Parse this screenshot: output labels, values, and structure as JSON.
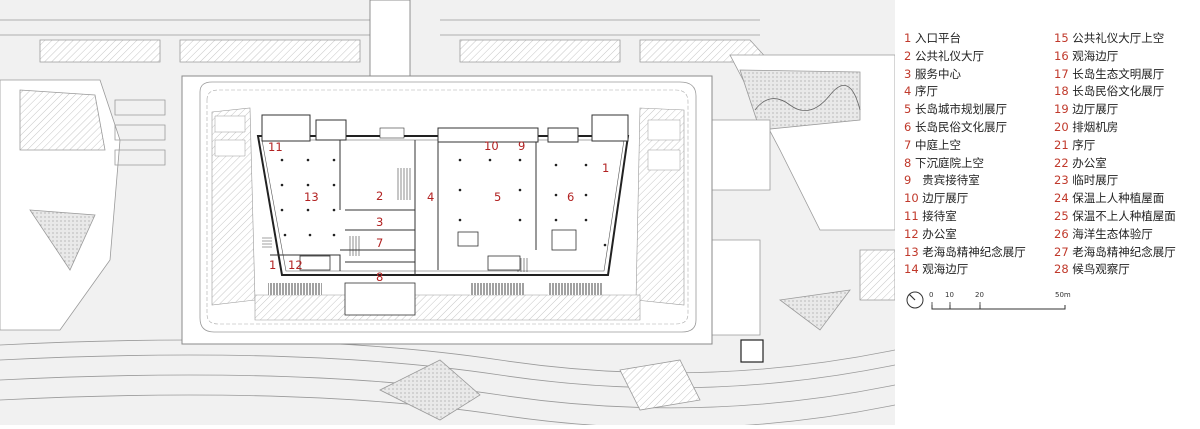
{
  "floor_plan": {
    "room_labels": [
      {
        "id": "r11a",
        "text": "11"
      },
      {
        "id": "r10",
        "text": "10"
      },
      {
        "id": "r9",
        "text": "9"
      },
      {
        "id": "r1a",
        "text": "1"
      },
      {
        "id": "r13",
        "text": "13"
      },
      {
        "id": "r2",
        "text": "2"
      },
      {
        "id": "r4",
        "text": "4"
      },
      {
        "id": "r5",
        "text": "5"
      },
      {
        "id": "r6",
        "text": "6"
      },
      {
        "id": "r3",
        "text": "3"
      },
      {
        "id": "r7",
        "text": "7"
      },
      {
        "id": "r1b",
        "text": "1"
      },
      {
        "id": "r12",
        "text": "12"
      },
      {
        "id": "r8",
        "text": "8"
      }
    ]
  },
  "legend": {
    "left_column": [
      {
        "num": "1",
        "name": "入口平台"
      },
      {
        "num": "2",
        "name": "公共礼仪大厅"
      },
      {
        "num": "3",
        "name": "服务中心"
      },
      {
        "num": "4",
        "name": "序厅"
      },
      {
        "num": "5",
        "name": "长岛城市规划展厅"
      },
      {
        "num": "6",
        "name": "长岛民俗文化展厅"
      },
      {
        "num": "7",
        "name": "中庭上空"
      },
      {
        "num": "8",
        "name": "下沉庭院上空"
      },
      {
        "num": "9",
        "name": "  贵宾接待室"
      },
      {
        "num": "10",
        "name": "边厅展厅"
      },
      {
        "num": "11",
        "name": "接待室"
      },
      {
        "num": "12",
        "name": "办公室"
      },
      {
        "num": "13",
        "name": "老海岛精神纪念展厅"
      },
      {
        "num": "14",
        "name": "观海边厅"
      }
    ],
    "right_column": [
      {
        "num": "15",
        "name": "公共礼仪大厅上空"
      },
      {
        "num": "16",
        "name": "观海边厅"
      },
      {
        "num": "17",
        "name": "长岛生态文明展厅"
      },
      {
        "num": "18",
        "name": "长岛民俗文化展厅"
      },
      {
        "num": "19",
        "name": "边厅展厅"
      },
      {
        "num": "20",
        "name": "排烟机房"
      },
      {
        "num": "21",
        "name": "序厅"
      },
      {
        "num": "22",
        "name": "办公室"
      },
      {
        "num": "23",
        "name": "临时展厅"
      },
      {
        "num": "24",
        "name": "保温上人种植屋面"
      },
      {
        "num": "25",
        "name": "保温不上人种植屋面"
      },
      {
        "num": "26",
        "name": "海洋生态体验厅"
      },
      {
        "num": "27",
        "name": "老海岛精神纪念展厅"
      },
      {
        "num": "28",
        "name": "候鸟观察厅"
      }
    ]
  },
  "scale_bar": {
    "ticks": [
      "0",
      "10",
      "20",
      "50m"
    ]
  },
  "colors": {
    "label_red": "#b22222",
    "legend_number_red": "#c0392b",
    "line_gray": "#8a8a8a",
    "wall_dark": "#333333"
  },
  "icons": [
    "north-arrow-icon"
  ]
}
